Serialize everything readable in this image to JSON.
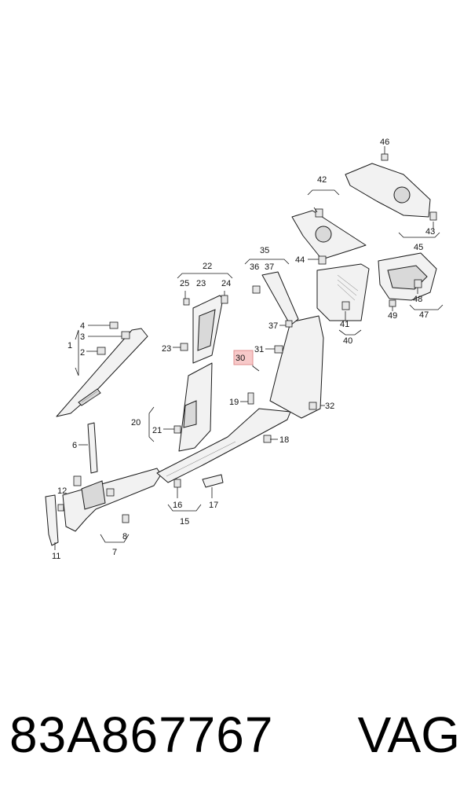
{
  "labels": [
    "1",
    "2",
    "3",
    "4",
    "6",
    "7",
    "8",
    "11",
    "12",
    "15",
    "16",
    "17",
    "18",
    "19",
    "20",
    "21",
    "22",
    "23",
    "23",
    "24",
    "25",
    "30",
    "31",
    "32",
    "35",
    "36",
    "37",
    "37",
    "40",
    "41",
    "42",
    "43",
    "44",
    "45",
    "46",
    "47",
    "48",
    "49"
  ],
  "highlight_label": "30",
  "footer": {
    "part_number": "83A867767",
    "brand": "VAG"
  }
}
